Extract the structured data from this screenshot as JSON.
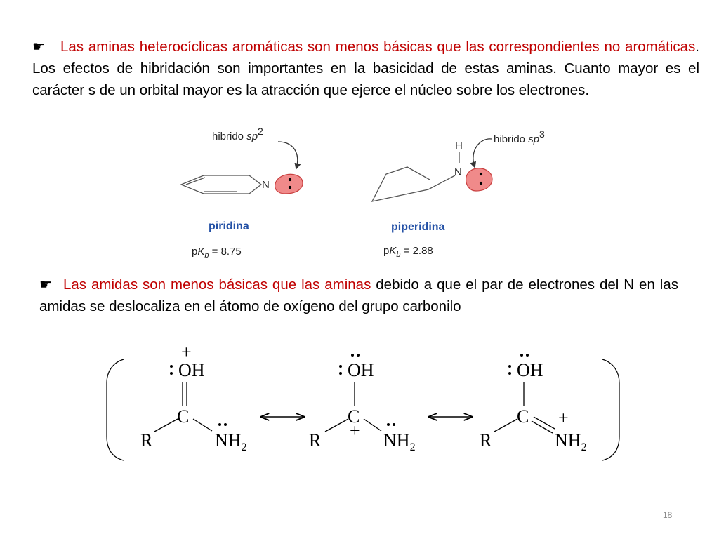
{
  "paragraph1": {
    "bullet": "☛",
    "highlight": "Las aminas heterocíclicas aromáticas son menos básicas que las correspondientes no aromáticas",
    "text": ". Los efectos de hibridación son importantes en la basicidad de estas  aminas. Cuanto mayor es el carácter s de un orbital mayor es la atracción que ejerce el núcleo sobre los electrones."
  },
  "figure1": {
    "pyridine": {
      "hybrid_word": "hibrido",
      "hybrid_type": "sp",
      "hybrid_sup": "2",
      "atom": "N",
      "name": "piridina",
      "pk_prefix": "p",
      "pk_sym": "K",
      "pk_sub": "b",
      "pk_value": " = 8.75"
    },
    "piperidine": {
      "hybrid_word": "hibrido",
      "hybrid_type": "sp",
      "hybrid_sup": "3",
      "atom": "N",
      "h_atom": "H",
      "name": "piperidina",
      "pk_prefix": "p",
      "pk_sym": "K",
      "pk_sub": "b",
      "pk_value": " = 2.88"
    }
  },
  "paragraph2": {
    "bullet": "☛",
    "highlight": "Las amidas son menos básicas que las aminas",
    "text": " debido a que el par de electrones del N en las amidas se deslocaliza en el átomo de oxígeno del grupo carbonilo"
  },
  "figure2": {
    "oh": "OH",
    "c": "C",
    "r": "R",
    "nh": "NH",
    "nh_sub": "2",
    "lone_pair": "··",
    "charge": "+"
  },
  "page_number": "18",
  "colors": {
    "highlight": "#c00000",
    "label_blue": "#2451a6",
    "lobe_fill": "#f08a8a",
    "lobe_stroke": "#c94040"
  }
}
